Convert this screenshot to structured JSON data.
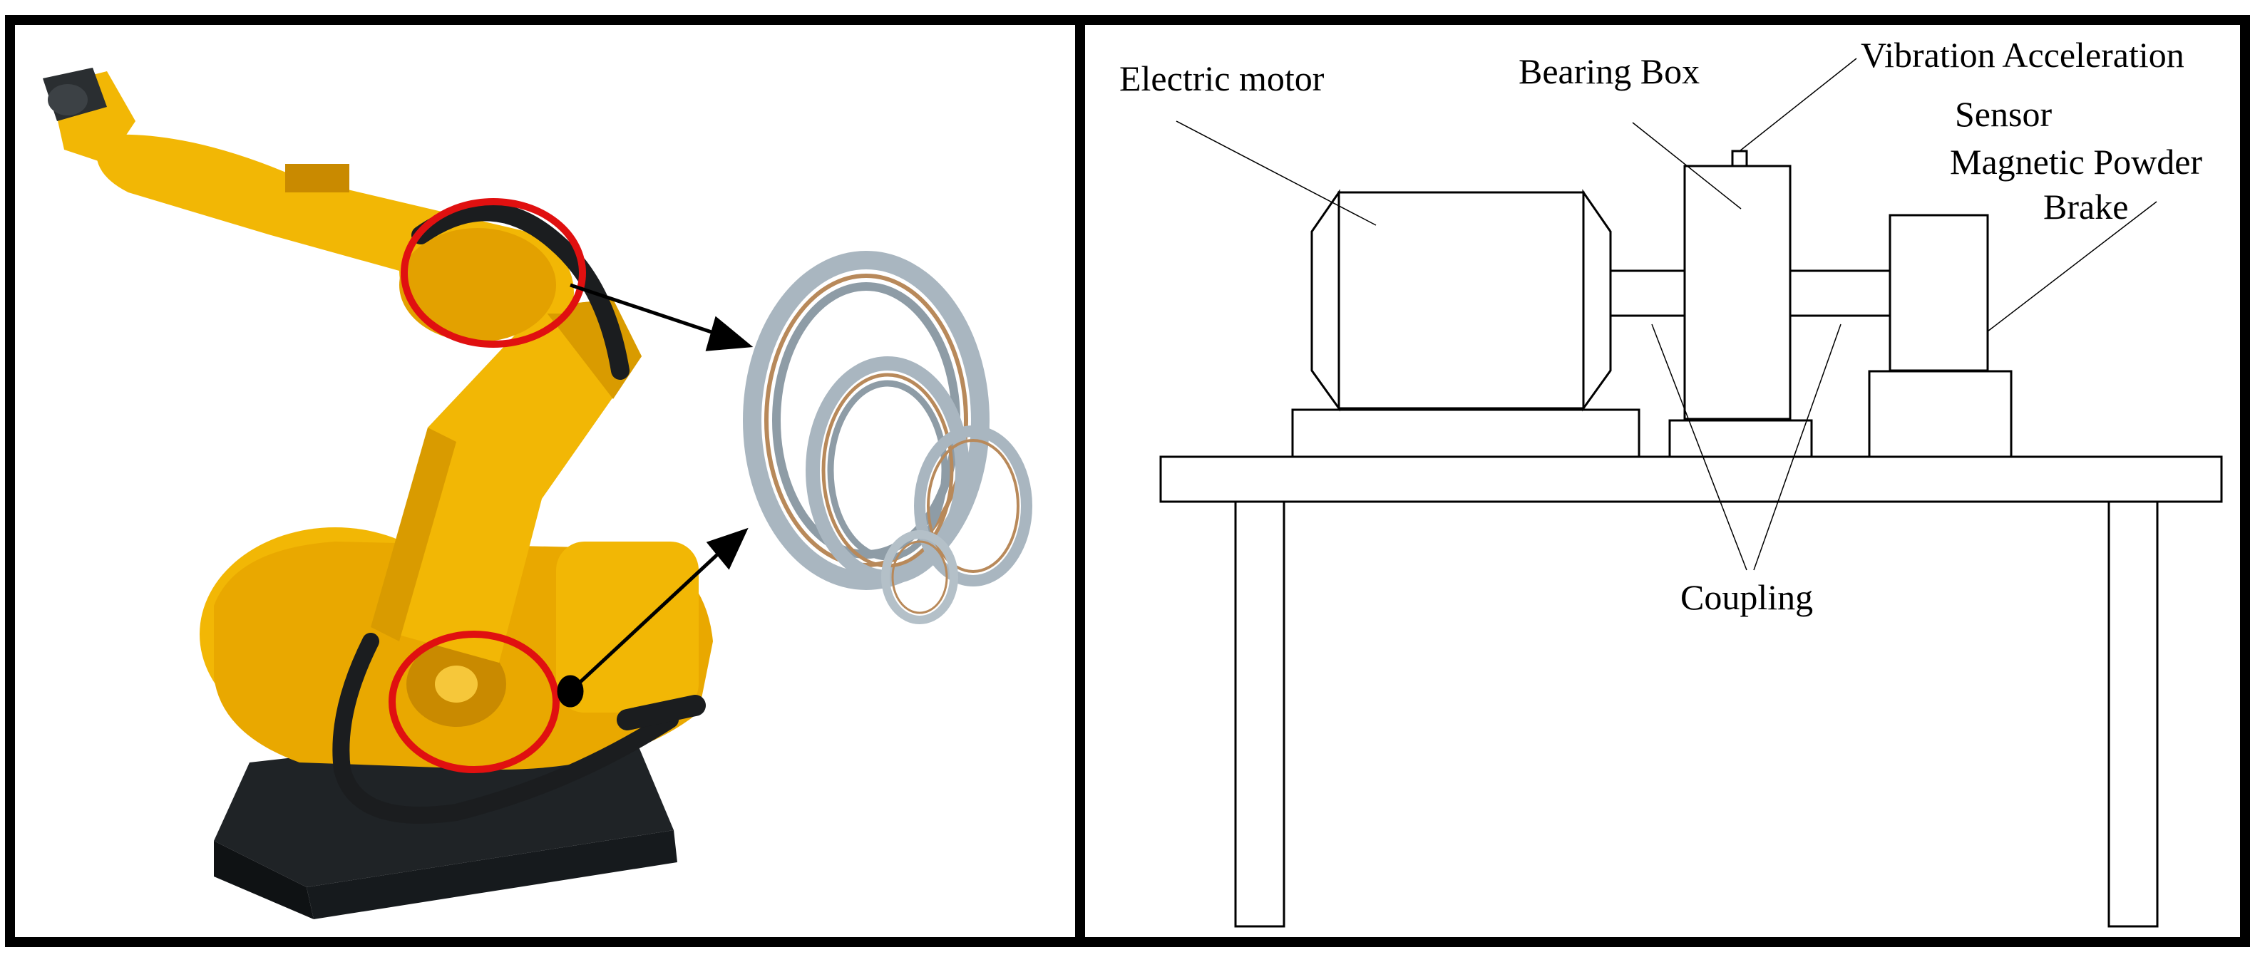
{
  "labels": {
    "electric_motor": "Electric motor",
    "bearing_box": "Bearing Box",
    "vibration_sensor_line1": "Vibration Acceleration",
    "vibration_sensor_line2": "Sensor",
    "brake_line1": "Magnetic Powder",
    "brake_line2": "Brake",
    "coupling": "Coupling"
  },
  "colors": {
    "frame": "#000000",
    "robot_yellow": "#f2b705",
    "robot_shadow": "#c98a00",
    "robot_base": "#1f2326",
    "highlight_circle": "#e01010",
    "bearing_steel": "#a9b6c0",
    "bearing_cage": "#b8895a"
  },
  "icons": {
    "left_panel": "industrial-robot-arm-illustration",
    "bearings": "thin-section-bearing-rings"
  }
}
